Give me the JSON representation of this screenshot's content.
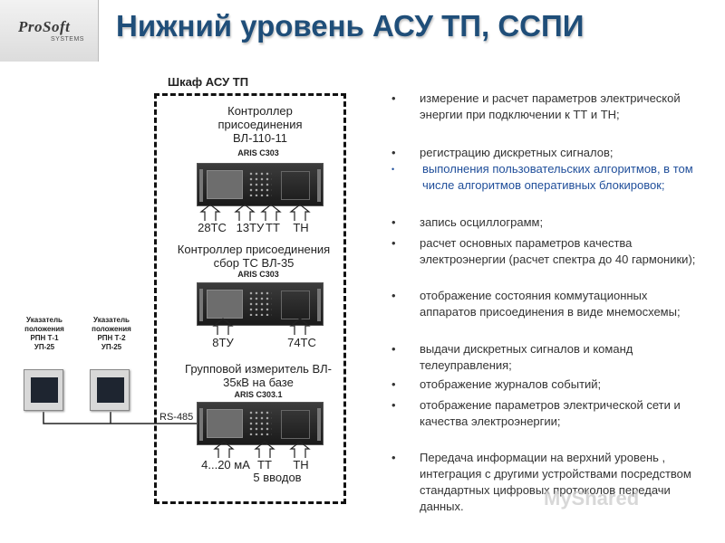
{
  "logo": {
    "brand": "ProSoft",
    "sub": "SYSTEMS"
  },
  "title": "Нижний уровень АСУ ТП, ССПИ",
  "cabinet_title": "Шкаф АСУ ТП",
  "ctrl1": {
    "lines": [
      "Контроллер",
      "присоединения",
      "ВЛ-110-11"
    ],
    "model": "ARIS C303",
    "inputs": [
      "28ТС",
      "13ТУ",
      "ТТ",
      "ТН"
    ]
  },
  "ctrl2": {
    "lines": [
      "Контроллер присоединения",
      "сбор ТС ВЛ-35"
    ],
    "model": "ARIS C303",
    "inputs": [
      "8ТУ",
      "74ТС"
    ]
  },
  "ctrl3": {
    "lines": [
      "Групповой измеритель ВЛ-",
      "35кВ на базе"
    ],
    "model": "ARIS C303.1",
    "inputs": [
      "4...20 мА",
      "ТТ",
      "ТН"
    ],
    "note": "5 вводов"
  },
  "indicator1": {
    "lines": [
      "Указатель",
      "положения",
      "РПН Т-1",
      "УП-25"
    ]
  },
  "indicator2": {
    "lines": [
      "Указатель",
      "положения",
      "РПН Т-2",
      "УП-25"
    ]
  },
  "bus_label": "RS-485",
  "bullets": [
    {
      "text": "измерение и расчет параметров электрической энергии при подключении к ТТ и ТН;",
      "style": "normal"
    },
    {
      "text": "регистрацию дискретных сигналов;",
      "style": "normal"
    },
    {
      "text": "выполнения пользовательских алгоритмов, в том числе алгоритмов оперативных блокировок;",
      "style": "blue"
    },
    {
      "text": "запись осциллограмм;",
      "style": "normal"
    },
    {
      "text": "расчет основных параметров качества электроэнергии (расчет спектра до 40 гармоники);",
      "style": "normal"
    },
    {
      "text": "отображение состояния коммутационных аппаратов присоединения в виде мнемосхемы;",
      "style": "normal"
    },
    {
      "text": "выдачи дискретных сигналов и команд телеуправления;",
      "style": "normal"
    },
    {
      "text": "отображение журналов событий;",
      "style": "normal"
    },
    {
      "text": "отображение параметров электрической сети и качества электроэнергии;",
      "style": "normal"
    },
    {
      "text": "Передача информации на верхний уровень , интеграция с другими устройствами посредством стандартных цифровых протоколов передачи данных.",
      "style": "normal"
    }
  ],
  "watermark": "MyShared",
  "colors": {
    "title": "#1f4e79",
    "blue_bullet": "#1f4e9a"
  }
}
